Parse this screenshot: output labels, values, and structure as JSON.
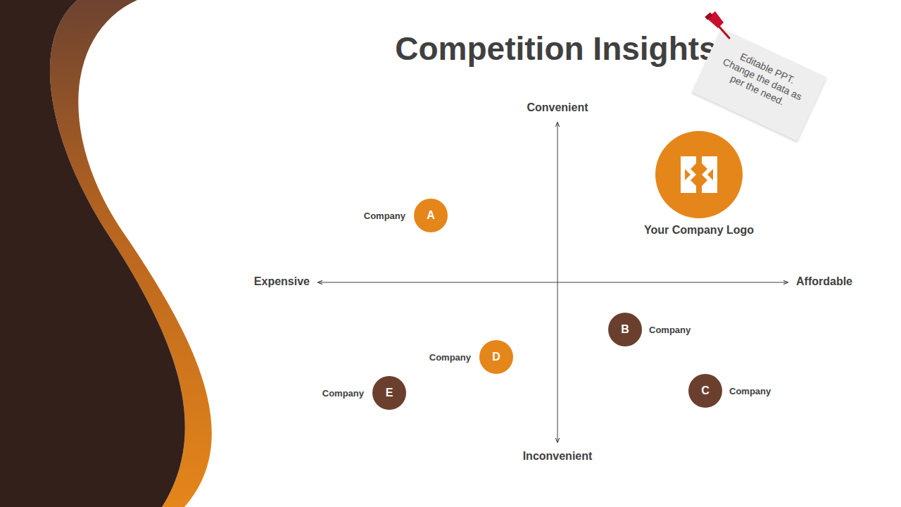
{
  "diagram": {
    "title": "Competition Insights",
    "nodes": [
      {
        "text": [
          "Editable PPT. Change the data as per the need."
        ]
      },
      {
        "text": [
          "Your Company Logo"
        ]
      },
      {
        "text": [
          "Company",
          "A"
        ]
      },
      {
        "text": [
          "Company",
          "B"
        ]
      },
      {
        "text": [
          "Company",
          "D"
        ]
      },
      {
        "text": [
          "Company",
          "C"
        ]
      },
      {
        "text": [
          "Company",
          "E"
        ]
      }
    ],
    "labels": [
      "Convenient",
      "Expensive",
      "Affordable",
      "Inconvenient"
    ]
  }
}
